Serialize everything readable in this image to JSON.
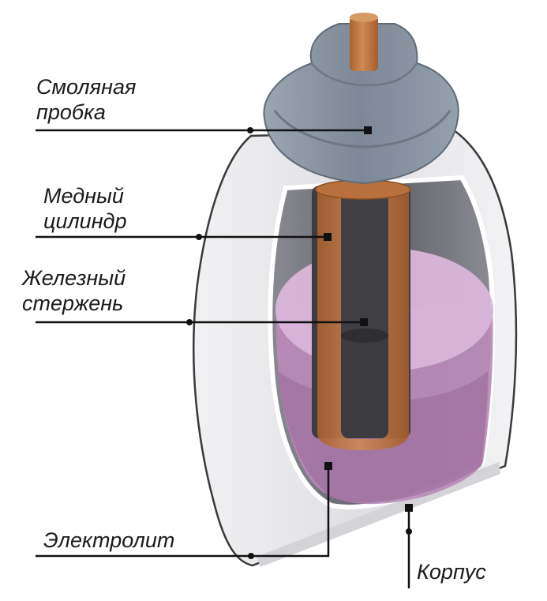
{
  "labels": {
    "resin_plug": {
      "line1": "Смоляная",
      "line2": "пробка"
    },
    "copper_cyl": {
      "line1": "Медный",
      "line2": "цилиндр"
    },
    "iron_rod": {
      "line1": "Железный",
      "line2": "стержень"
    },
    "electrolyte": "Электролит",
    "body": "Корпус"
  },
  "colors": {
    "housing": "#e3e3e6",
    "housing_outline": "#3a3a3a",
    "inner_cavity": "#6f6f78",
    "electrolyte": "#c48ec4",
    "electrolyte_surface": "#d9b6d9",
    "plug": "#7d8a97",
    "copper": "#c07a45",
    "iron": "#3f3f44",
    "leader": "#111111"
  }
}
